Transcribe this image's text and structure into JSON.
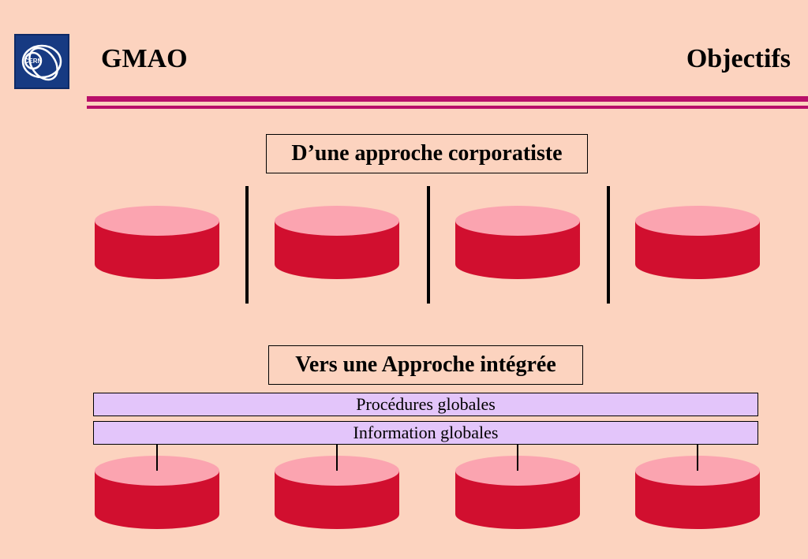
{
  "header": {
    "logo_text": "CERN",
    "left_title": "GMAO",
    "right_title": "Objectifs"
  },
  "sections": {
    "before": {
      "caption": "D’une approche corporatiste"
    },
    "after": {
      "caption": "Vers une Approche intégrée",
      "bars": [
        "Procédures globales",
        "Information globales"
      ]
    }
  },
  "colors": {
    "background": "#FCD3BF",
    "accent_rule": "#B80F69",
    "cylinder_top": "#FBA4B0",
    "cylinder_body": "#D10F2F",
    "bar_fill": "#E3C5FA",
    "logo_bg": "#173A82"
  }
}
